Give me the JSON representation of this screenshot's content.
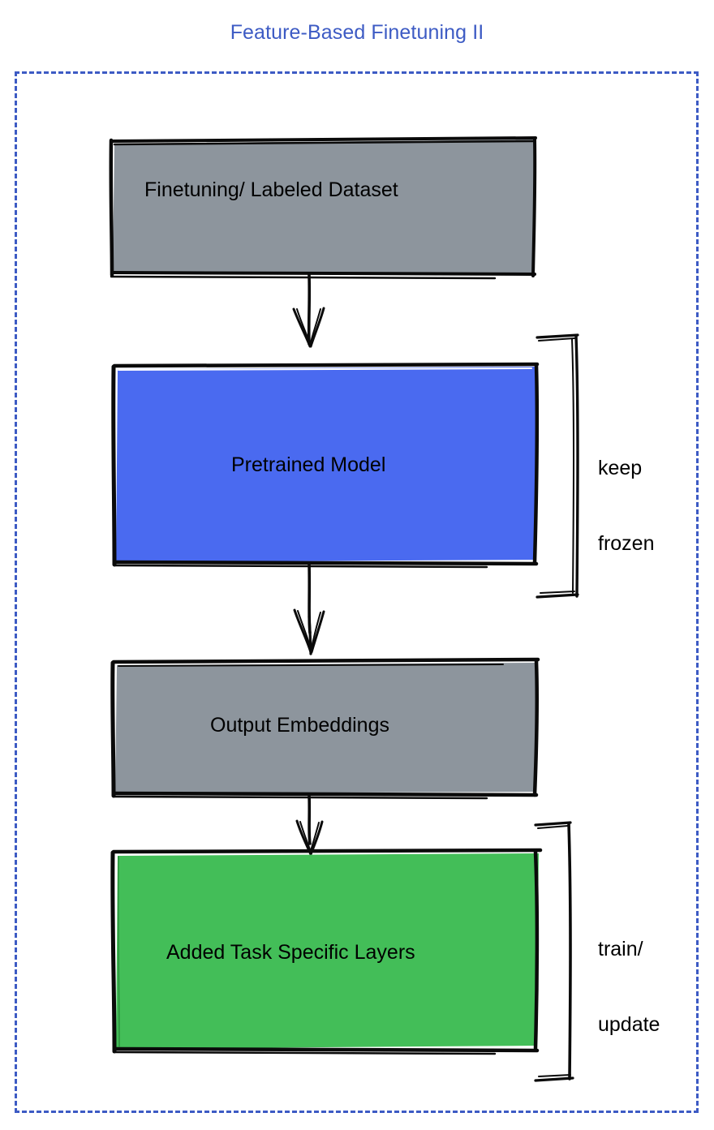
{
  "diagram": {
    "title": "Feature-Based Finetuning II",
    "title_color": "#3d5bc4",
    "frame_style": "dashed",
    "frame_color": "#3d5bc4",
    "background_color": "#ffffff",
    "nodes": [
      {
        "id": "finetuning-dataset",
        "label": "Finetuning/ Labeled Dataset",
        "fill": "#8d959d",
        "stroke": "#0a0a0a"
      },
      {
        "id": "pretrained-model",
        "label": "Pretrained Model",
        "fill": "#4a6af0",
        "stroke": "#0a0a0a"
      },
      {
        "id": "output-embeddings",
        "label": "Output Embeddings",
        "fill": "#8d959d",
        "stroke": "#0a0a0a"
      },
      {
        "id": "added-task-specific-layers",
        "label": "Added Task Specific Layers",
        "fill": "#43be58",
        "stroke": "#0a0a0a"
      }
    ],
    "edges": [
      {
        "from": "finetuning-dataset",
        "to": "pretrained-model",
        "label": ""
      },
      {
        "from": "pretrained-model",
        "to": "output-embeddings",
        "label": ""
      },
      {
        "from": "output-embeddings",
        "to": "added-task-specific-layers",
        "label": ""
      }
    ],
    "annotations": [
      {
        "id": "keep-frozen",
        "line1": "keep",
        "line2": "frozen",
        "targets": [
          "pretrained-model"
        ]
      },
      {
        "id": "train-update",
        "line1": "train/",
        "line2": "update",
        "targets": [
          "added-task-specific-layers"
        ]
      }
    ]
  }
}
